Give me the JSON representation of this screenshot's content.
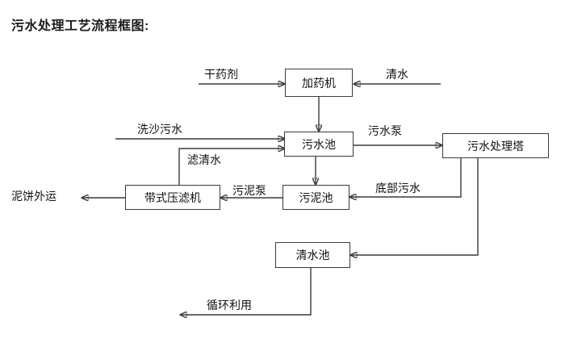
{
  "title": "污水处理工艺流程框图:",
  "nodes": [
    {
      "id": "dosing-machine",
      "label": "加药机"
    },
    {
      "id": "sewage-pool",
      "label": "污水池"
    },
    {
      "id": "sewage-treatment-tower",
      "label": "污水处理塔"
    },
    {
      "id": "belt-filter-press",
      "label": "带式压滤机"
    },
    {
      "id": "sludge-pool",
      "label": "污泥池"
    },
    {
      "id": "clear-water-pool",
      "label": "清水池"
    }
  ],
  "edge_labels": [
    {
      "id": "dry-chemical",
      "label": "干药剂"
    },
    {
      "id": "clean-water",
      "label": "清水"
    },
    {
      "id": "sand-washing-sewage",
      "label": "洗沙污水"
    },
    {
      "id": "filtered-clear-water",
      "label": "滤清水"
    },
    {
      "id": "sewage-pump",
      "label": "污水泵"
    },
    {
      "id": "sludge-pump",
      "label": "污泥泵"
    },
    {
      "id": "bottom-sewage",
      "label": "底部污水"
    },
    {
      "id": "mud-cake-transport",
      "label": "泥饼外运"
    },
    {
      "id": "recycling-reuse",
      "label": "循环利用"
    }
  ],
  "colors": {
    "line": "#3a3a3a",
    "text": "#111111",
    "background": "#ffffff"
  }
}
